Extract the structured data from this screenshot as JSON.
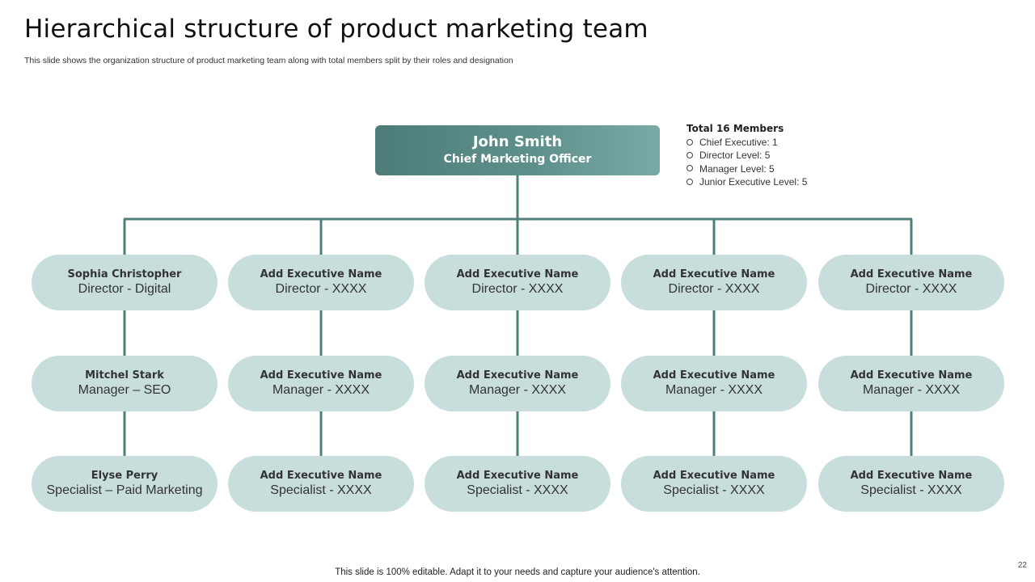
{
  "header": {
    "title": "Hierarchical structure of product marketing team",
    "subtitle": "This slide shows the organization structure of product marketing team along with total members split by their roles and designation"
  },
  "head": {
    "name": "John Smith",
    "role": "Chief Marketing Officer"
  },
  "summary": {
    "title": "Total 16 Members",
    "items": [
      "Chief Executive: 1",
      "Director Level: 5",
      "Manager Level: 5",
      "Junior Executive Level: 5"
    ]
  },
  "columns": [
    {
      "director": {
        "name": "Sophia Christopher",
        "role": "Director - Digital"
      },
      "manager": {
        "name": "Mitchel Stark",
        "role": "Manager – SEO"
      },
      "specialist": {
        "name": "Elyse Perry",
        "role": "Specialist – Paid Marketing"
      }
    },
    {
      "director": {
        "name": "Add Executive Name",
        "role": "Director - XXXX"
      },
      "manager": {
        "name": "Add Executive Name",
        "role": "Manager - XXXX"
      },
      "specialist": {
        "name": "Add Executive Name",
        "role": "Specialist - XXXX"
      }
    },
    {
      "director": {
        "name": "Add Executive Name",
        "role": "Director - XXXX"
      },
      "manager": {
        "name": "Add Executive Name",
        "role": "Manager - XXXX"
      },
      "specialist": {
        "name": "Add Executive Name",
        "role": "Specialist - XXXX"
      }
    },
    {
      "director": {
        "name": "Add Executive Name",
        "role": "Director - XXXX"
      },
      "manager": {
        "name": "Add Executive Name",
        "role": "Manager - XXXX"
      },
      "specialist": {
        "name": "Add Executive Name",
        "role": "Specialist - XXXX"
      }
    },
    {
      "director": {
        "name": "Add Executive Name",
        "role": "Director - XXXX"
      },
      "manager": {
        "name": "Add Executive Name",
        "role": "Manager - XXXX"
      },
      "specialist": {
        "name": "Add Executive Name",
        "role": "Specialist - XXXX"
      }
    }
  ],
  "footer": {
    "text": "This slide is 100% editable. Adapt it to your needs and capture your audience's attention.",
    "page": "22"
  },
  "colors": {
    "connector": "#4f7f7b",
    "node_fill": "#c8dedd",
    "head_fill": "#5a8b86"
  }
}
